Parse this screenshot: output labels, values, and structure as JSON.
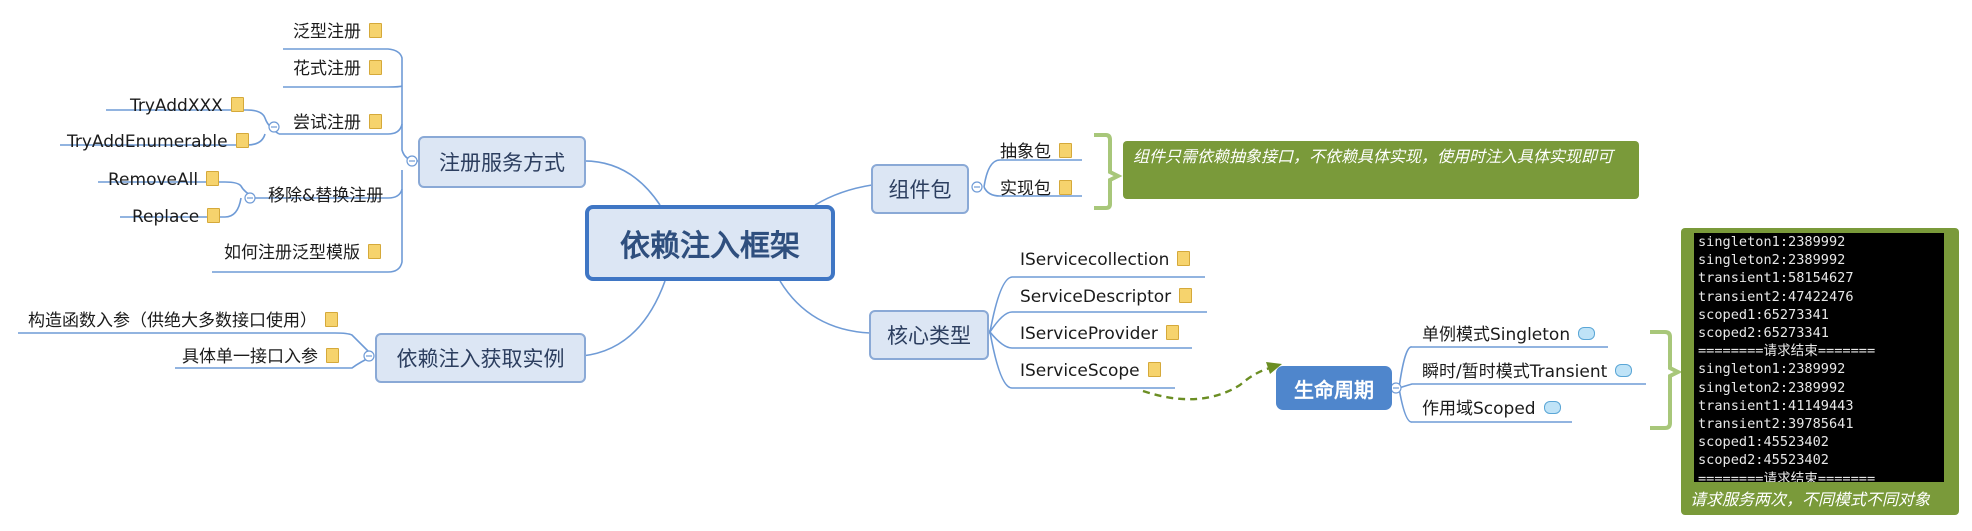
{
  "central": "依赖注入框架",
  "register": {
    "title": "注册服务方式",
    "items": [
      "泛型注册",
      "花式注册",
      "尝试注册",
      "移除&替换注册",
      "如何注册泛型模版"
    ],
    "try_children": [
      "TryAddXXX",
      "TryAddEnumerable"
    ],
    "replace_children": [
      "RemoveAll",
      "Replace"
    ]
  },
  "resolve": {
    "title": "依赖注入获取实例",
    "items": [
      "构造函数入参（供绝大多数接口使用）",
      "具体单一接口入参"
    ]
  },
  "package": {
    "title": "组件包",
    "items": [
      "抽象包",
      "实现包"
    ],
    "callout": "组件只需依赖抽象接口，不依赖具体实现，使用时注入具体实现即可"
  },
  "core": {
    "title": "核心类型",
    "items": [
      "IServicecollection",
      "ServiceDescriptor",
      "IServiceProvider",
      "IServiceScope"
    ]
  },
  "lifecycle": {
    "title": "生命周期",
    "items": [
      "单例模式Singleton",
      "瞬时/暂时模式Transient",
      "作用域Scoped"
    ],
    "console_lines": [
      "singleton1:2389992",
      "singleton2:2389992",
      "transient1:58154627",
      "transient2:47422476",
      "scoped1:65273341",
      "scoped2:65273341",
      "========请求结束=======",
      "singleton1:2389992",
      "singleton2:2389992",
      "transient1:41149443",
      "transient2:39785641",
      "scoped1:45523402",
      "scoped2:45523402",
      "========请求结束======="
    ],
    "caption": "请求服务两次，不同模式不同对象"
  },
  "colors": {
    "topic_fill": "#dce6f4",
    "topic_border": "#8aa9d6",
    "central_border": "#3f76c4",
    "line": "#6f9bd6",
    "lifecycle_fill": "#4f86cc",
    "callout_fill": "#7a9a3a",
    "bracket": "#a8c77a",
    "relation": "#6b8e23"
  }
}
